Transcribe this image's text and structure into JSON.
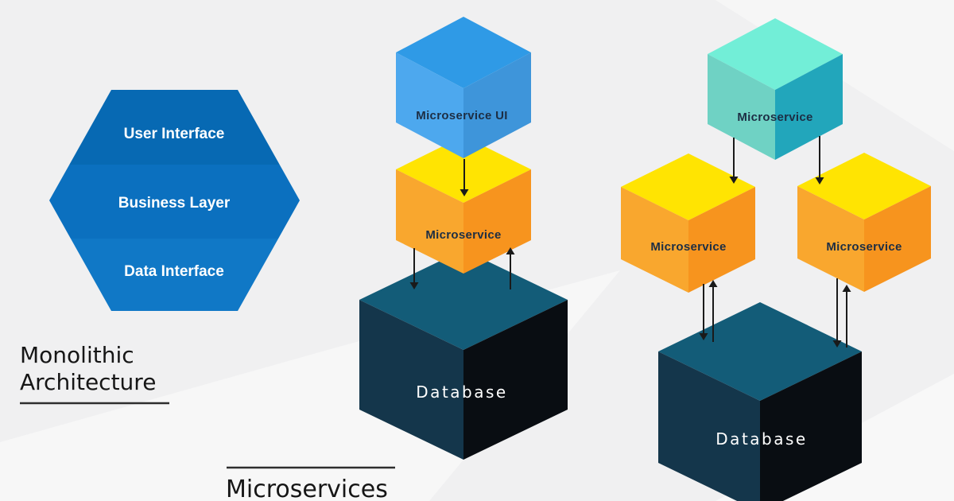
{
  "canvas": {
    "background": "#f0f0f1",
    "arrow_color": "#1a1a1a",
    "underline_color": "#2e2e2e",
    "heading_color": "#161616"
  },
  "monolith": {
    "heading_line1": "Monolithic",
    "heading_line2": "Architecture",
    "layer_text_color": "#ffffff",
    "layers": [
      {
        "label": "User Interface",
        "color": "#0769b3"
      },
      {
        "label": "Business Layer",
        "color": "#0b70bf"
      },
      {
        "label": "Data Interface",
        "color": "#1078c6"
      }
    ]
  },
  "microservices": {
    "heading": "Microservices",
    "ui_cube": {
      "label": "Microservice UI",
      "top": "#2f9ae6",
      "left": "#4da8ee",
      "right": "#3e95da",
      "label_color": "#17314e"
    },
    "service_cube_mid": {
      "label": "Microservice",
      "top": "#ffe402",
      "left": "#f9a72e",
      "right": "#f7941e",
      "label_color": "#23291c"
    },
    "database_mid": {
      "label": "Database",
      "top": "#135c78",
      "left": "#14364b",
      "right": "#090d12",
      "label_color": "#ffffff"
    },
    "service_cube_top_right": {
      "label": "Microservice",
      "top": "#72eed7",
      "left": "#6fd2c4",
      "right": "#22a6bb",
      "label_color": "#123744"
    },
    "service_cube_right_a": {
      "label": "Microservice",
      "top": "#ffe402",
      "left": "#f9a72e",
      "right": "#f7941e",
      "label_color": "#23291c"
    },
    "service_cube_right_b": {
      "label": "Microservice",
      "top": "#ffe402",
      "left": "#f9a72e",
      "right": "#f7941e",
      "label_color": "#23291c"
    },
    "database_right": {
      "label": "Database",
      "top": "#135c78",
      "left": "#14364b",
      "right": "#090d12",
      "label_color": "#ffffff"
    }
  }
}
